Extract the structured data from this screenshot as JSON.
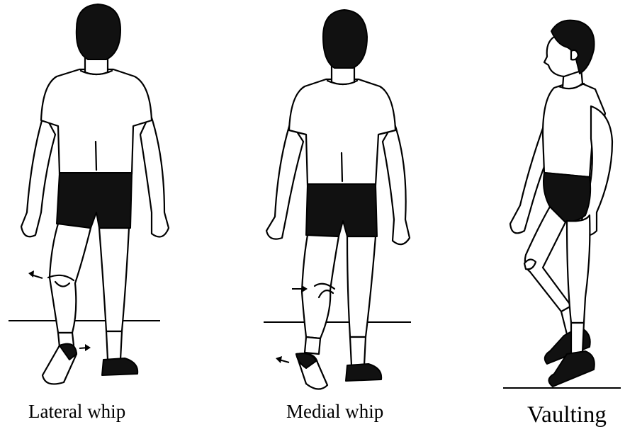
{
  "captions": {
    "lateral": "Lateral whip",
    "medial": "Medial whip",
    "vaulting": "Vaulting"
  }
}
